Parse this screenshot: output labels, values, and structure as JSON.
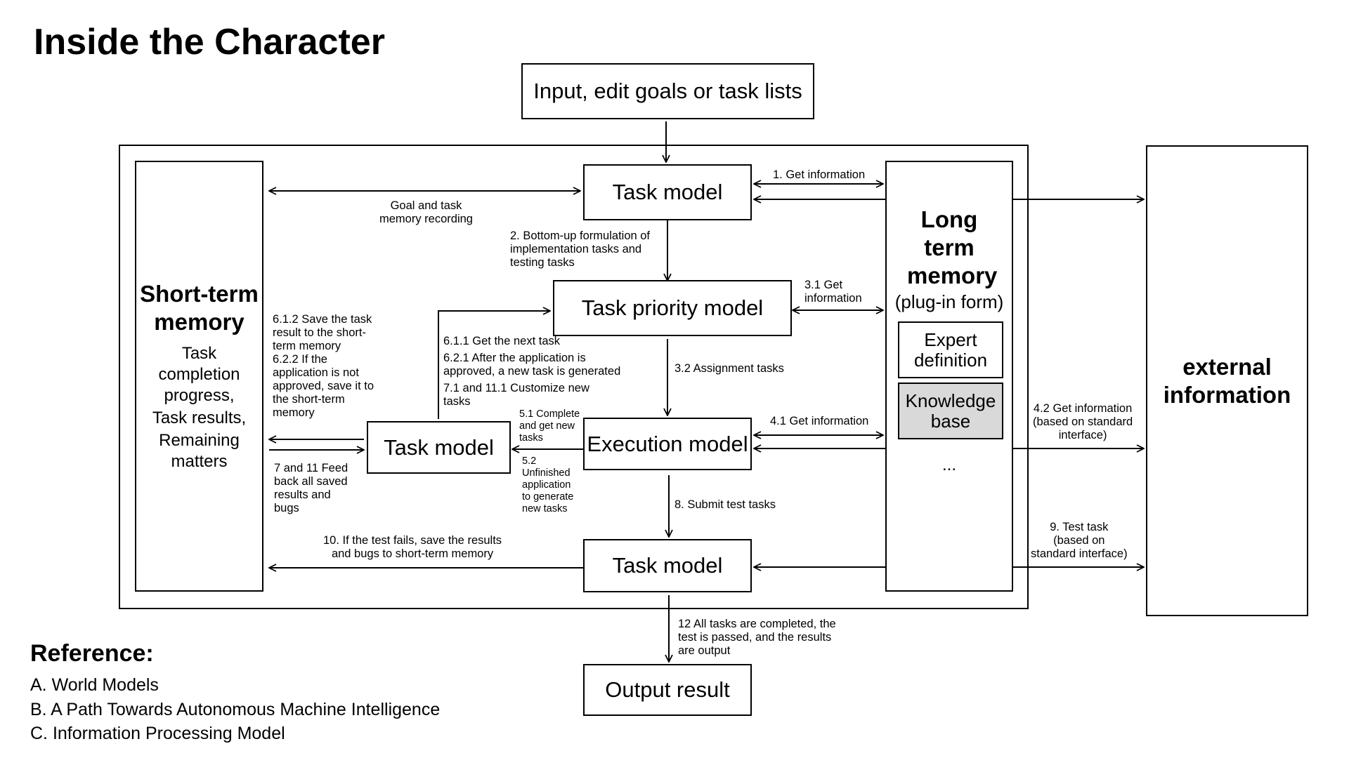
{
  "title": "Inside the Character",
  "nodes": {
    "input": "Input, edit goals or task lists",
    "task_model_top": "Task model",
    "task_priority_model": "Task priority model",
    "task_model_left": "Task model",
    "execution_model": "Execution model",
    "task_model_bottom": "Task model",
    "output_result": "Output result"
  },
  "short_term_memory": {
    "title": "Short-term memory",
    "items": [
      "Task completion progress,",
      "Task results,",
      "Remaining matters"
    ]
  },
  "long_term_memory": {
    "title": "Long term memory",
    "subtitle": "(plug-in form)",
    "expert": "Expert definition",
    "knowledge": "Knowledge base",
    "ellipsis": "..."
  },
  "external_information": "external information",
  "edges": {
    "goal_task_memory": "Goal and task\nmemory recording",
    "get_info_1": "1. Get information",
    "bottom_up": "2. Bottom-up formulation of\nimplementation tasks and\ntesting tasks",
    "get_info_31": "3.1 Get\ninformation",
    "assignment": "3.2 Assignment tasks",
    "next_task": "6.1.1 Get the next task",
    "approved": "6.2.1 After the application is\napproved, a new task is generated",
    "customize": "7.1 and 11.1 Customize new\ntasks",
    "save_task": "6.1.2 Save the task\nresult to the short-\nterm memory\n6.2.2 If the\napplication is not\napproved, save it to\nthe short-term\nmemory",
    "feed_back": "7 and 11 Feed\nback all saved\nresults and\nbugs",
    "complete_new": "5.1 Complete\nand get new\ntasks",
    "unfinished": "5.2\nUnfinished\napplication\nto generate\nnew tasks",
    "get_info_41": "4.1 Get information",
    "get_info_42": "4.2 Get information\n(based on standard\ninterface)",
    "submit_test": "8. Submit test tasks",
    "test_task": "9. Test task\n(based on\nstandard interface)",
    "test_fails": "10. If the test fails, save the results\nand bugs to short-term memory",
    "all_completed": "12 All tasks are completed, the\ntest is passed, and the results\nare output"
  },
  "reference": {
    "heading": "Reference:",
    "items": [
      "A. World Models",
      "B. A Path Towards Autonomous Machine Intelligence",
      "C. Information Processing Model"
    ]
  }
}
